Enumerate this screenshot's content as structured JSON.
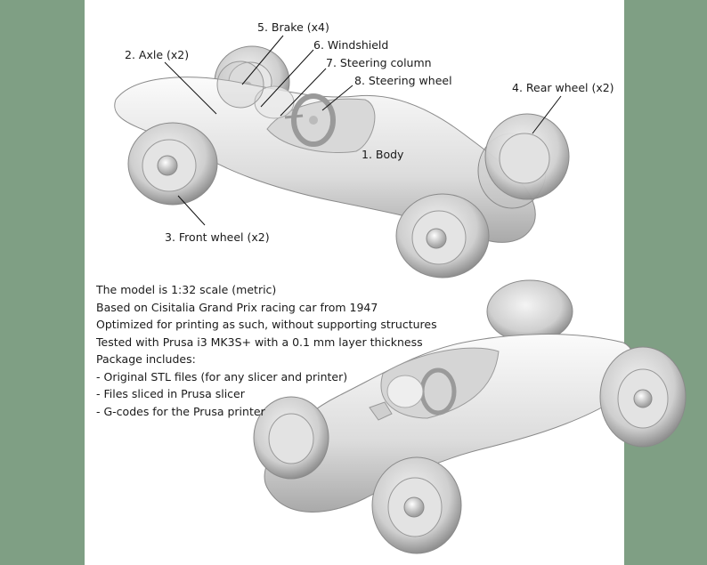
{
  "colors": {
    "border": "#7f9f84",
    "panel": "#ffffff",
    "body_light": "#f2f2f2",
    "body_shadow": "#9c9c9c"
  },
  "labels": {
    "brake": "5. Brake (x4)",
    "axle": "2. Axle (x2)",
    "windshield": "6. Windshield",
    "steering_column": "7. Steering column",
    "steering_wheel": "8. Steering wheel",
    "rear_wheel": "4. Rear wheel (x2)",
    "body": "1. Body",
    "front_wheel": "3. Front wheel (x2)"
  },
  "description": [
    "The model is 1:32 scale (metric)",
    "Based on Cisitalia Grand Prix racing car from 1947",
    "Optimized for printing as such, without supporting structures",
    "Tested with Prusa i3 MK3S+ with a 0.1 mm layer thickness",
    "Package includes:",
    "- Original STL files (for any slicer and printer)",
    "- Files sliced in Prusa slicer",
    "- G-codes for the Prusa printer"
  ]
}
